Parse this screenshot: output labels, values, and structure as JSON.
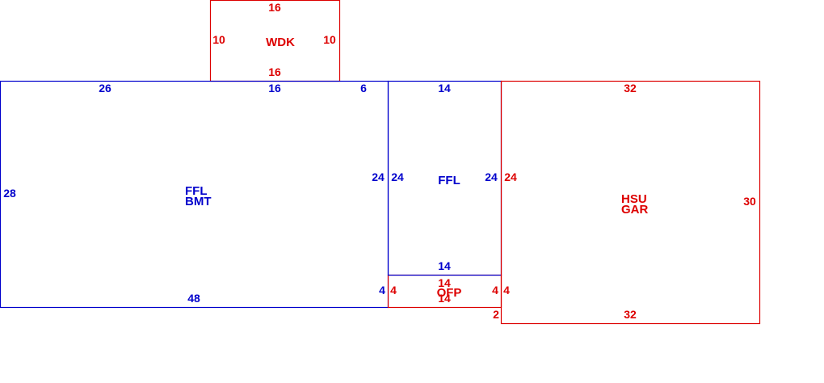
{
  "colors": {
    "blue": "#0000cc",
    "red": "#dd0000",
    "background": "#ffffff"
  },
  "rooms": {
    "wdk": {
      "name": "WDK",
      "top": "16",
      "bottom": "16",
      "left": "10",
      "right": "10",
      "color": "red"
    },
    "bmt": {
      "name_line1": "FFL",
      "name_line2": "BMT",
      "top_left": "26",
      "top_mid": "16",
      "top_right": "6",
      "left": "28",
      "right": "24",
      "bottom": "48",
      "bottom_right": "4",
      "color": "blue"
    },
    "ffl": {
      "name": "FFL",
      "top": "14",
      "left": "24",
      "right": "24",
      "bottom": "14",
      "color": "blue"
    },
    "ofp": {
      "name": "OFP",
      "top": "14",
      "bottom": "14",
      "left": "4",
      "right": "4",
      "corner": "2",
      "color": "red"
    },
    "hsu": {
      "name_line1": "HSU",
      "name_line2": "GAR",
      "top": "32",
      "bottom": "32",
      "left": "24",
      "left_lower": "4",
      "right": "30",
      "color": "red"
    }
  }
}
